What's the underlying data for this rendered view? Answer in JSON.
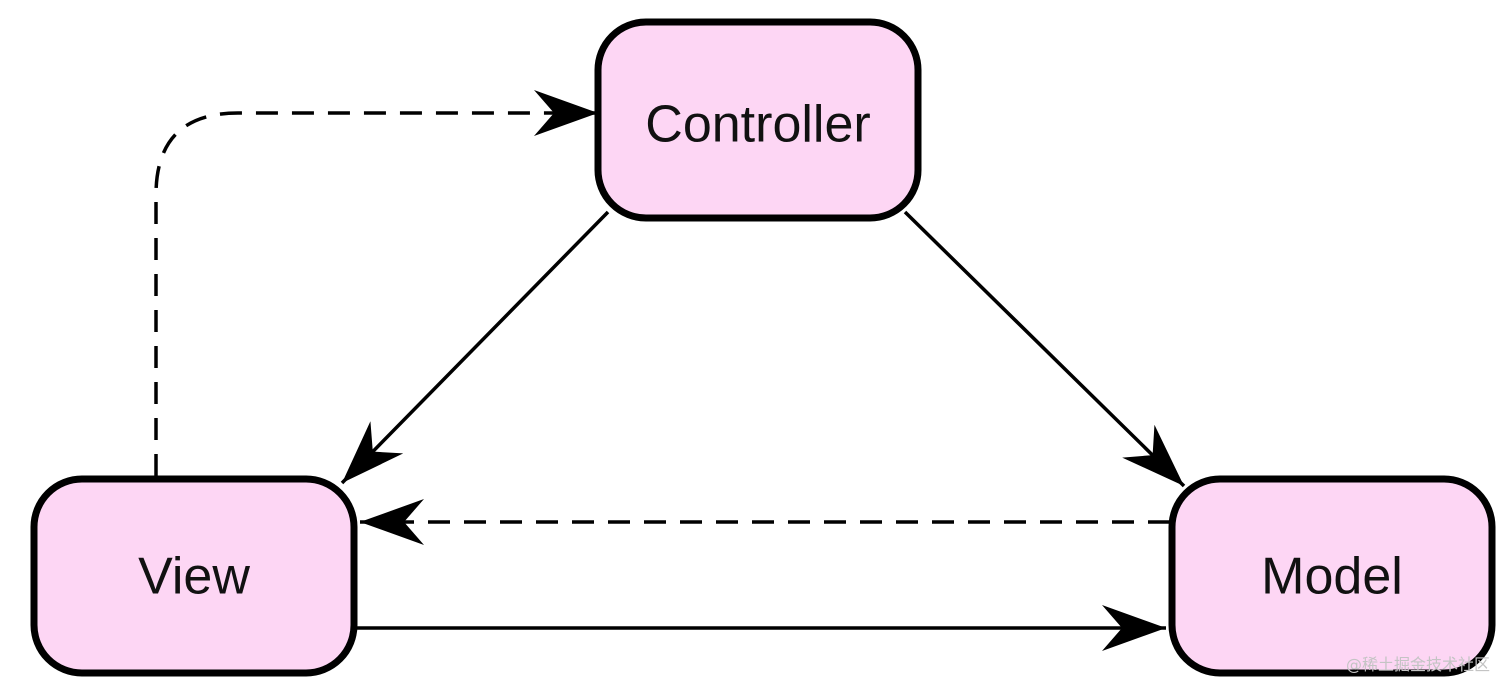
{
  "colors": {
    "node_fill": "#fdd6f4",
    "node_stroke": "#000000",
    "edge": "#000000",
    "label": "#111111",
    "watermark": "#c4c4c4"
  },
  "nodes": {
    "controller": {
      "label": "Controller"
    },
    "view": {
      "label": "View"
    },
    "model": {
      "label": "Model"
    }
  },
  "edges": [
    {
      "from": "controller",
      "to": "view",
      "style": "solid"
    },
    {
      "from": "controller",
      "to": "model",
      "style": "solid"
    },
    {
      "from": "view",
      "to": "model",
      "style": "solid"
    },
    {
      "from": "model",
      "to": "view",
      "style": "dashed"
    },
    {
      "from": "view",
      "to": "controller",
      "style": "dashed"
    }
  ],
  "watermark": "@稀土掘金技术社区"
}
